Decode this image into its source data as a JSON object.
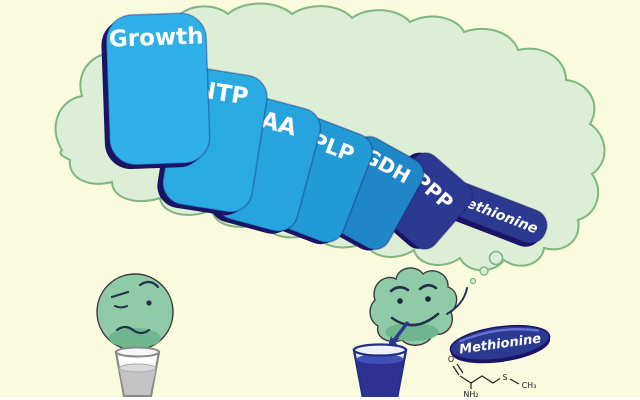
{
  "illustration": {
    "thought_cloud": {
      "dominoes": [
        {
          "label": "Growth",
          "color": "#2FB0E8"
        },
        {
          "label": "NTP",
          "color": "#29ABE2"
        },
        {
          "label": "AA",
          "color": "#27A4DD"
        },
        {
          "label": "PLP",
          "color": "#219AD6"
        },
        {
          "label": "GDH",
          "color": "#1F86C8"
        },
        {
          "label": "PPP",
          "color": "#2B3990"
        },
        {
          "label": "Methionine",
          "color": "#2B3990"
        }
      ]
    },
    "pill": {
      "label": "Methionine",
      "color": "#2B3990"
    },
    "molecule": {
      "o": "O",
      "nh2": "NH₂",
      "s": "S",
      "ch3": "CH₃"
    },
    "colors": {
      "background": "#FAFADF",
      "cloud_fill": "#DCEFD6",
      "cloud_stroke": "#7FB57F",
      "face_fill": "#8FCBA6",
      "face_shade": "#6FB68E",
      "domino_edge": "#1B1464",
      "left_liquid": "#C4C4C4",
      "right_liquid": "#2E3192"
    }
  }
}
